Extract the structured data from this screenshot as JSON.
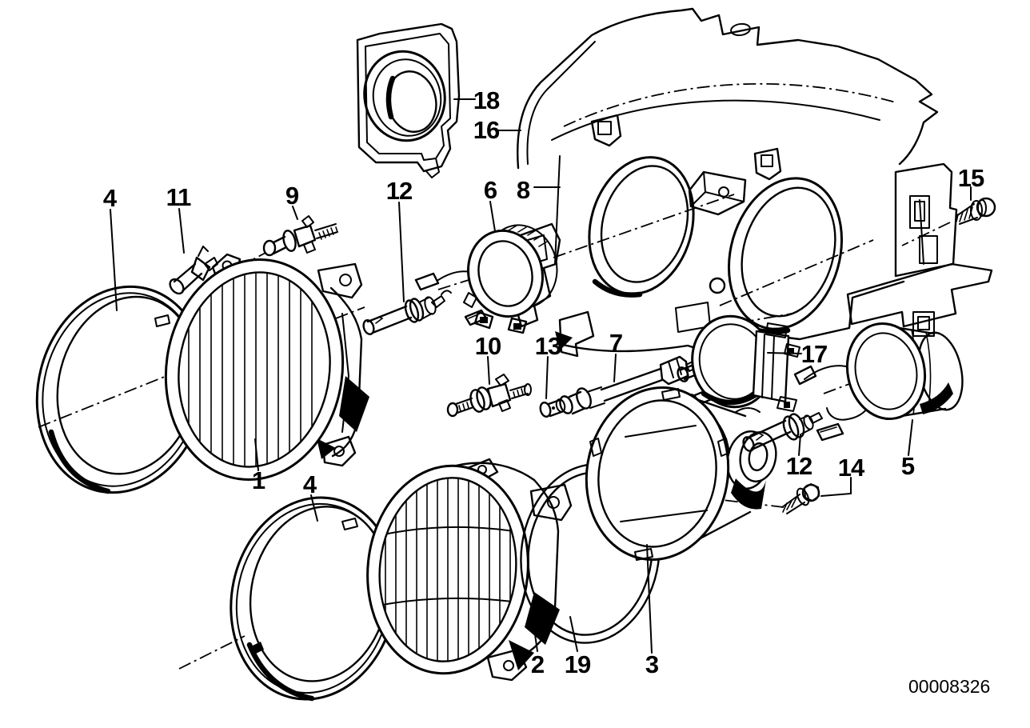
{
  "page": {
    "background_color": "#ffffff",
    "line_color": "#000000",
    "type": "exploded-parts-diagram"
  },
  "drawing_number": "00008326",
  "callouts": [
    "18",
    "16",
    "4",
    "11",
    "9",
    "12",
    "6",
    "8",
    "15",
    "10",
    "13",
    "7",
    "17",
    "12",
    "14",
    "5",
    "1",
    "4",
    "2",
    "19",
    "3"
  ]
}
